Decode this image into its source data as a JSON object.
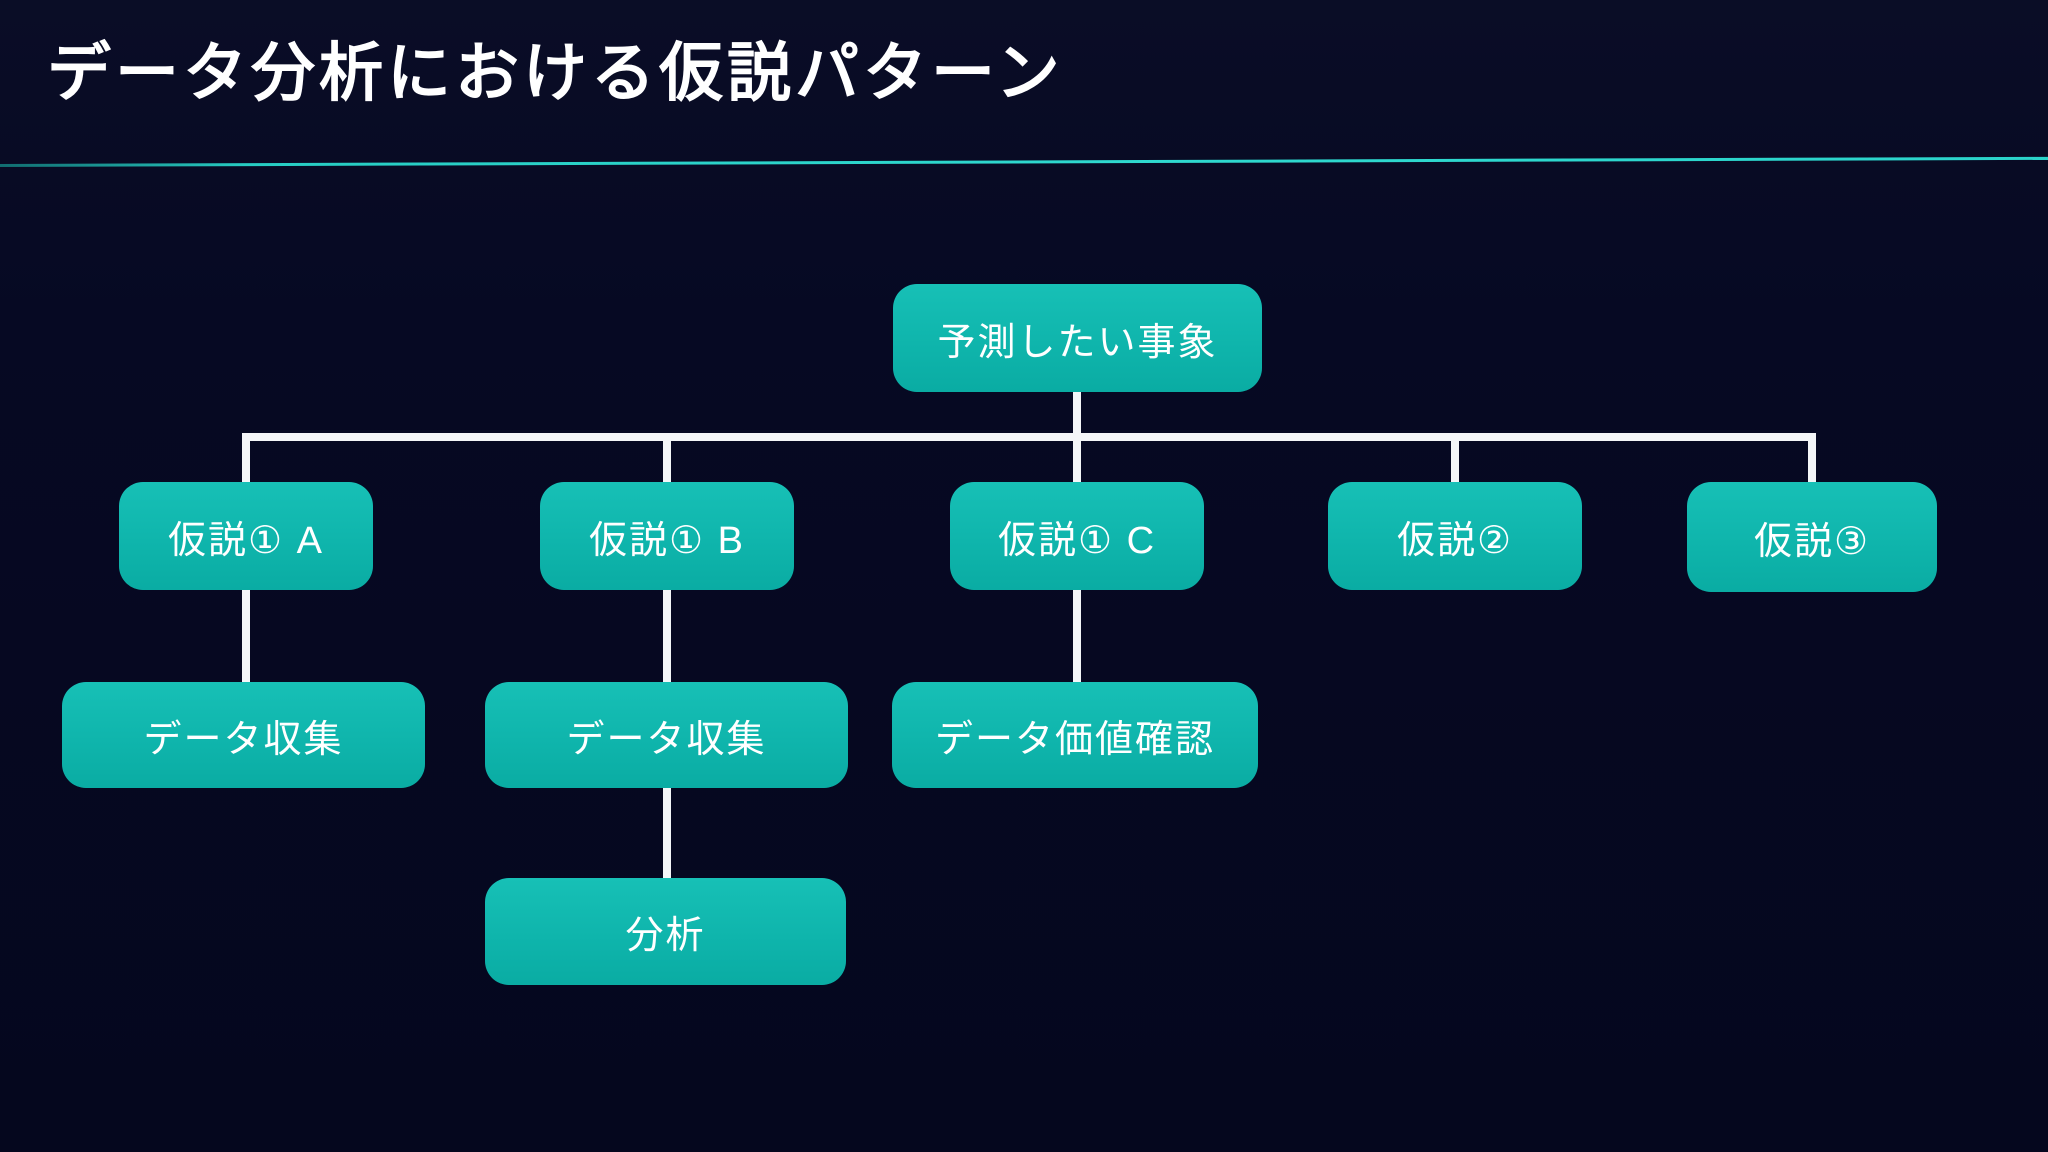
{
  "slide": {
    "title": "データ分析における仮説パターン"
  },
  "theme": {
    "background": "#05071e",
    "title_color": "#ffffff",
    "divider_color": "#2fd9cf",
    "node_fill": "#0fb5ac",
    "node_text": "#ffffff",
    "connector": "#f4f6f8"
  },
  "diagram": {
    "type": "tree",
    "nodes": [
      {
        "id": "root",
        "label": "予測したい事象",
        "level": 0,
        "parent": null
      },
      {
        "id": "h1a",
        "label": "仮説① A",
        "level": 1,
        "parent": "root"
      },
      {
        "id": "h1b",
        "label": "仮説① B",
        "level": 1,
        "parent": "root"
      },
      {
        "id": "h1c",
        "label": "仮説① C",
        "level": 1,
        "parent": "root"
      },
      {
        "id": "h2",
        "label": "仮説②",
        "level": 1,
        "parent": "root"
      },
      {
        "id": "h3",
        "label": "仮説③",
        "level": 1,
        "parent": "root"
      },
      {
        "id": "dca",
        "label": "データ収集",
        "level": 2,
        "parent": "h1a"
      },
      {
        "id": "dcb",
        "label": "データ収集",
        "level": 2,
        "parent": "h1b"
      },
      {
        "id": "dvc",
        "label": "データ価値確認",
        "level": 2,
        "parent": "h1c"
      },
      {
        "id": "anb",
        "label": "分析",
        "level": 3,
        "parent": "dcb"
      }
    ],
    "edges": [
      [
        "root",
        "h1a"
      ],
      [
        "root",
        "h1b"
      ],
      [
        "root",
        "h1c"
      ],
      [
        "root",
        "h2"
      ],
      [
        "root",
        "h3"
      ],
      [
        "h1a",
        "dca"
      ],
      [
        "h1b",
        "dcb"
      ],
      [
        "h1c",
        "dvc"
      ],
      [
        "dcb",
        "anb"
      ]
    ]
  }
}
